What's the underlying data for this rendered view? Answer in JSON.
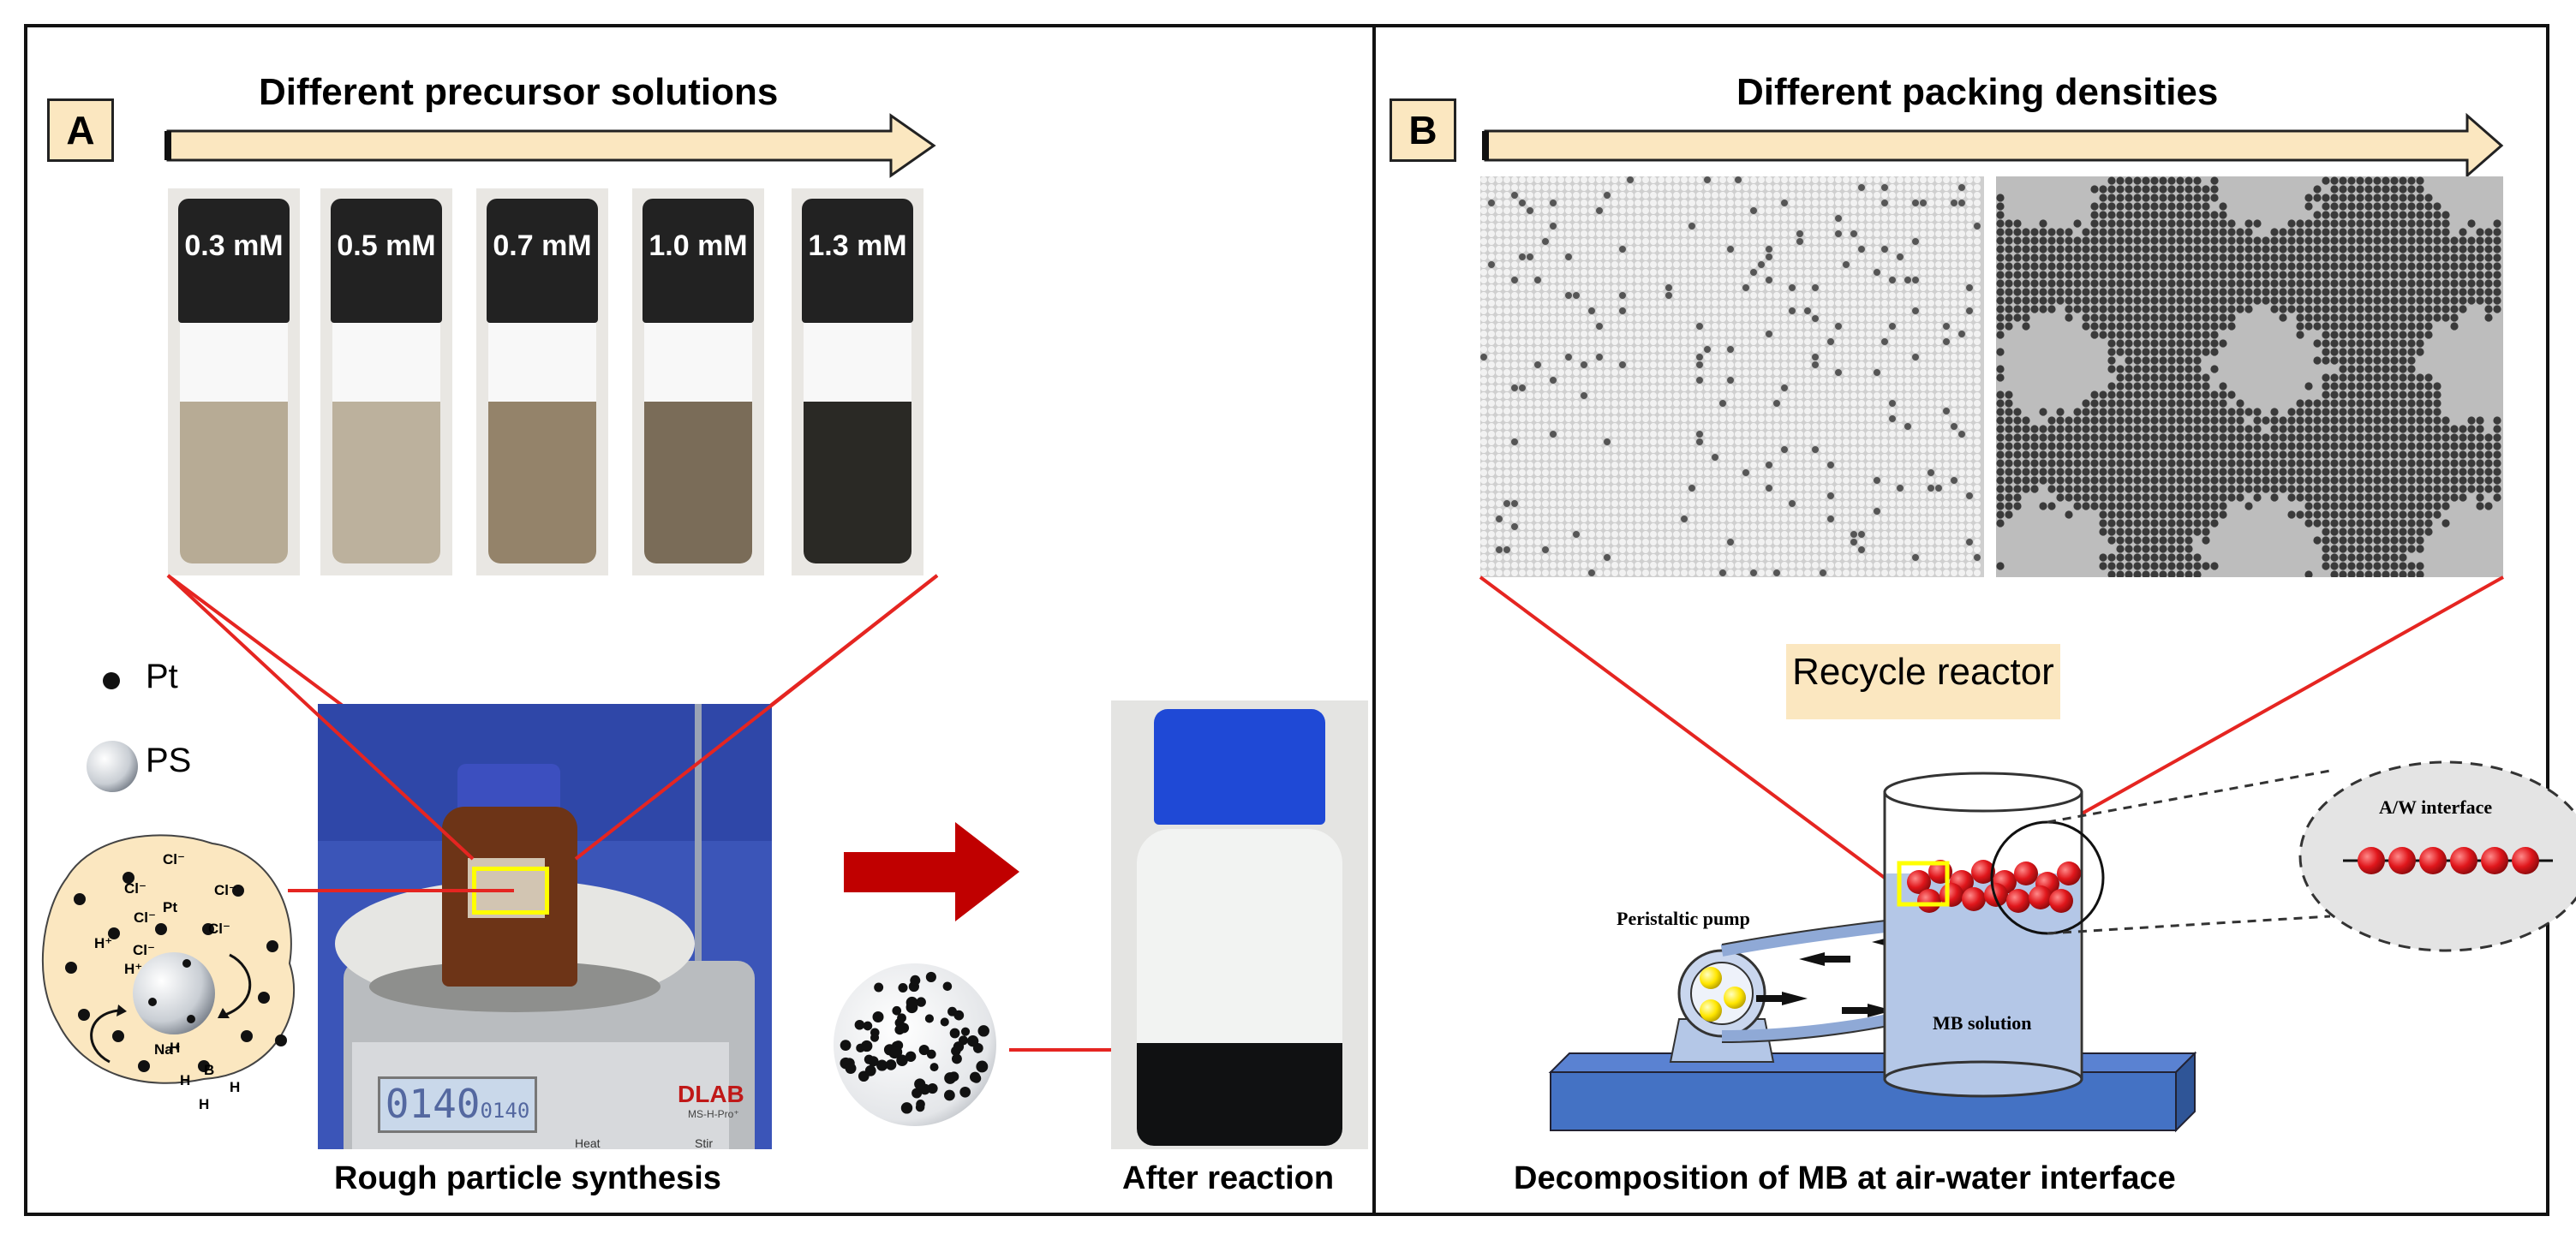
{
  "panel_a": {
    "label": "A",
    "arrow_title": "Different precursor solutions",
    "vials": [
      {
        "conc": "0.3 mM",
        "liquid_color": "#b7ab95"
      },
      {
        "conc": "0.5 mM",
        "liquid_color": "#bcb19d"
      },
      {
        "conc": "0.7 mM",
        "liquid_color": "#94836a"
      },
      {
        "conc": "1.0 mM",
        "liquid_color": "#7a6c58"
      },
      {
        "conc": "1.3 mM",
        "liquid_color": "#2a2925"
      }
    ],
    "legend": {
      "pt_label": "Pt",
      "ps_label": "PS"
    },
    "scheme_labels": [
      "Cl⁻",
      "Cl⁻",
      "Cl⁻",
      "Cl⁻",
      "Cl⁻",
      "Cl⁻",
      "Pt",
      "H⁺",
      "H⁺",
      "Na⁺",
      "H",
      "H",
      "B",
      "H",
      "H"
    ],
    "synthesis_caption": "Rough particle synthesis",
    "after_caption": "After reaction",
    "hotplate_display": "0140",
    "hotplate_display_small": "0140",
    "hotplate_brand": "DLAB",
    "hotplate_model": "MS-H-Pro⁺",
    "hotplate_heat": "Heat",
    "hotplate_stir": "Stir"
  },
  "panel_b": {
    "label": "B",
    "arrow_title": "Different packing densities",
    "reactor_title": "Recycle reactor",
    "pump_label": "Peristaltic pump",
    "solution_label": "MB solution",
    "interface_label": "A/W interface",
    "caption": "Decomposition of MB at air-water interface"
  },
  "colors": {
    "arrow_fill": "#fbe7c0",
    "red_line": "#e52521",
    "big_arrow": "#c00000",
    "panel_label_bg": "#fbe7c0",
    "reactor_box": "#fbe7c0",
    "base_blue": "#4472c4",
    "solution_blue": "#b4c7e7",
    "highlight_yellow": "#ffff00",
    "sphere_red": "#e0161b"
  }
}
